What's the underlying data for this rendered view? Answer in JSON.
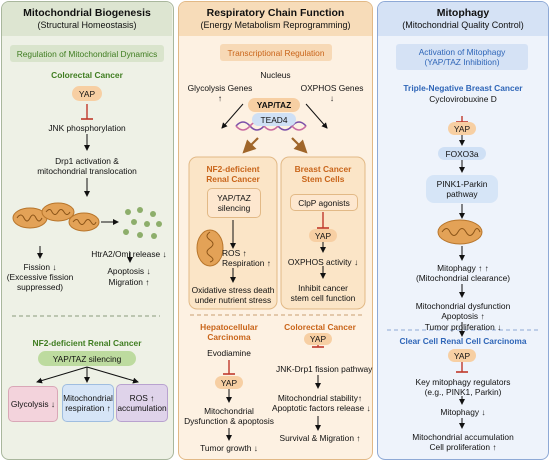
{
  "colors": {
    "left_panel": "#eef1e6",
    "middle_panel": "#fdf1e2",
    "right_panel": "#eef3fb",
    "left_border": "#a9b79d",
    "middle_border": "#e2b986",
    "right_border": "#8ea9d6",
    "green_text": "#3f7d20",
    "orange_text": "#c9651a",
    "blue_text": "#2f66b8",
    "inhibit": "#c0392b",
    "yap_fill": "#f7cfa3",
    "pink_box": "#f3d3dc",
    "blue_box": "#d6e5f7",
    "purple_box": "#dfd3ea"
  },
  "left": {
    "title": "Mitochondrial Biogenesis",
    "subtitle": "(Structural Homeostasis)",
    "section_label": "Regulation of Mitochondrial Dynamics",
    "cancer_label": "Colorectal Cancer",
    "yap": "YAP",
    "jnk": "JNK phosphorylation",
    "drp1_line1": "Drp1 activation &",
    "drp1_line2": "mitochondrial translocation",
    "fission_line1": "Fission ↓",
    "fission_line2": "(Excessive fission",
    "fission_line3": "suppressed)",
    "htra2": "HtrA2/Omi release ↓",
    "apoptosis": "Apoptosis ↓",
    "migration": "Migration ↑",
    "nf2_label": "NF2-deficient Renal Cancer",
    "yaptaz_silencing": "YAP/TAZ silencing",
    "glycolysis": "Glycolysis ↓",
    "mito_resp_line1": "Mitochondrial",
    "mito_resp_line2": "respiration ↑",
    "ros_line1": "ROS ↑",
    "ros_line2": "accumulation"
  },
  "middle": {
    "title": "Respiratory Chain Function",
    "subtitle": "(Energy Metabolism Reprogramming)",
    "section_label": "Transcriptional Regulation",
    "nucleus": "Nucleus",
    "glycolysis_genes_line1": "Glycolysis Genes",
    "glycolysis_genes_line2": "↑",
    "oxphos_genes_line1": "OXPHOS Genes",
    "oxphos_genes_line2": "↓",
    "yaptaz": "YAP/TAZ",
    "tead4": "TEAD4",
    "nf2_line1": "NF2-deficient",
    "nf2_line2": "Renal Cancer",
    "yaptaz_sil_line1": "YAP/TAZ",
    "yaptaz_sil_line2": "silencing",
    "ros": "ROS ↑",
    "respiration": "Respiration ↑",
    "ox_line1": "Oxidative stress death",
    "ox_line2": "under nutrient stress",
    "bcsc_line1": "Breast Cancer",
    "bcsc_line2": "Stem Cells",
    "clpp": "ClpP agonists",
    "yap": "YAP",
    "oxphos_activity": "OXPHOS activity ↓",
    "inhibit_line1": "Inhibit cancer",
    "inhibit_line2": "stem cell function",
    "hcc_line1": "Hepatocellular",
    "hcc_line2": "Carcinoma",
    "evodiamine": "Evodiamine",
    "mito_dys_line1": "Mitochondrial",
    "mito_dys_line2": "Dysfunction & apoptosis",
    "tumor_growth": "Tumor growth ↓",
    "crc": "Colorectal Cancer",
    "jnk_drp1": "JNK-Drp1 fission pathway",
    "stab_line1": "Mitochondrial stability↑",
    "stab_line2": "Apoptotic factors release ↓",
    "survival": "Survival & Migration ↑"
  },
  "right": {
    "title": "Mitophagy",
    "subtitle": "(Mitochondrial Quality Control)",
    "section_line1": "Activation of Mitophagy",
    "section_line2": "(YAP/TAZ Inhibition)",
    "tnbc": "Triple-Negative Breast Cancer",
    "cyclovirobuxine": "Cyclovirobuxine D",
    "yap": "YAP",
    "foxo3a": "FOXO3a",
    "pink_line1": "PINK1-Parkin",
    "pink_line2": "pathway",
    "mitophagy_line1": "Mitophagy ↑ ↑",
    "mitophagy_line2": "(Mitochondrial clearance)",
    "dys_line1": "Mitochondrial dysfunction",
    "dys_line2": "Apoptosis ↑",
    "tumor_prolif": "Tumor proliferation ↓",
    "ccrcc": "Clear Cell Renal Cell Carcinoma",
    "key_line1": "Key mitophagy regulators",
    "key_line2": "(e.g., PINK1, Parkin)",
    "mitophagy_down": "Mitophagy ↓",
    "accum_line1": "Mitochondrial accumulation",
    "accum_line2": "Cell proliferation ↑"
  }
}
